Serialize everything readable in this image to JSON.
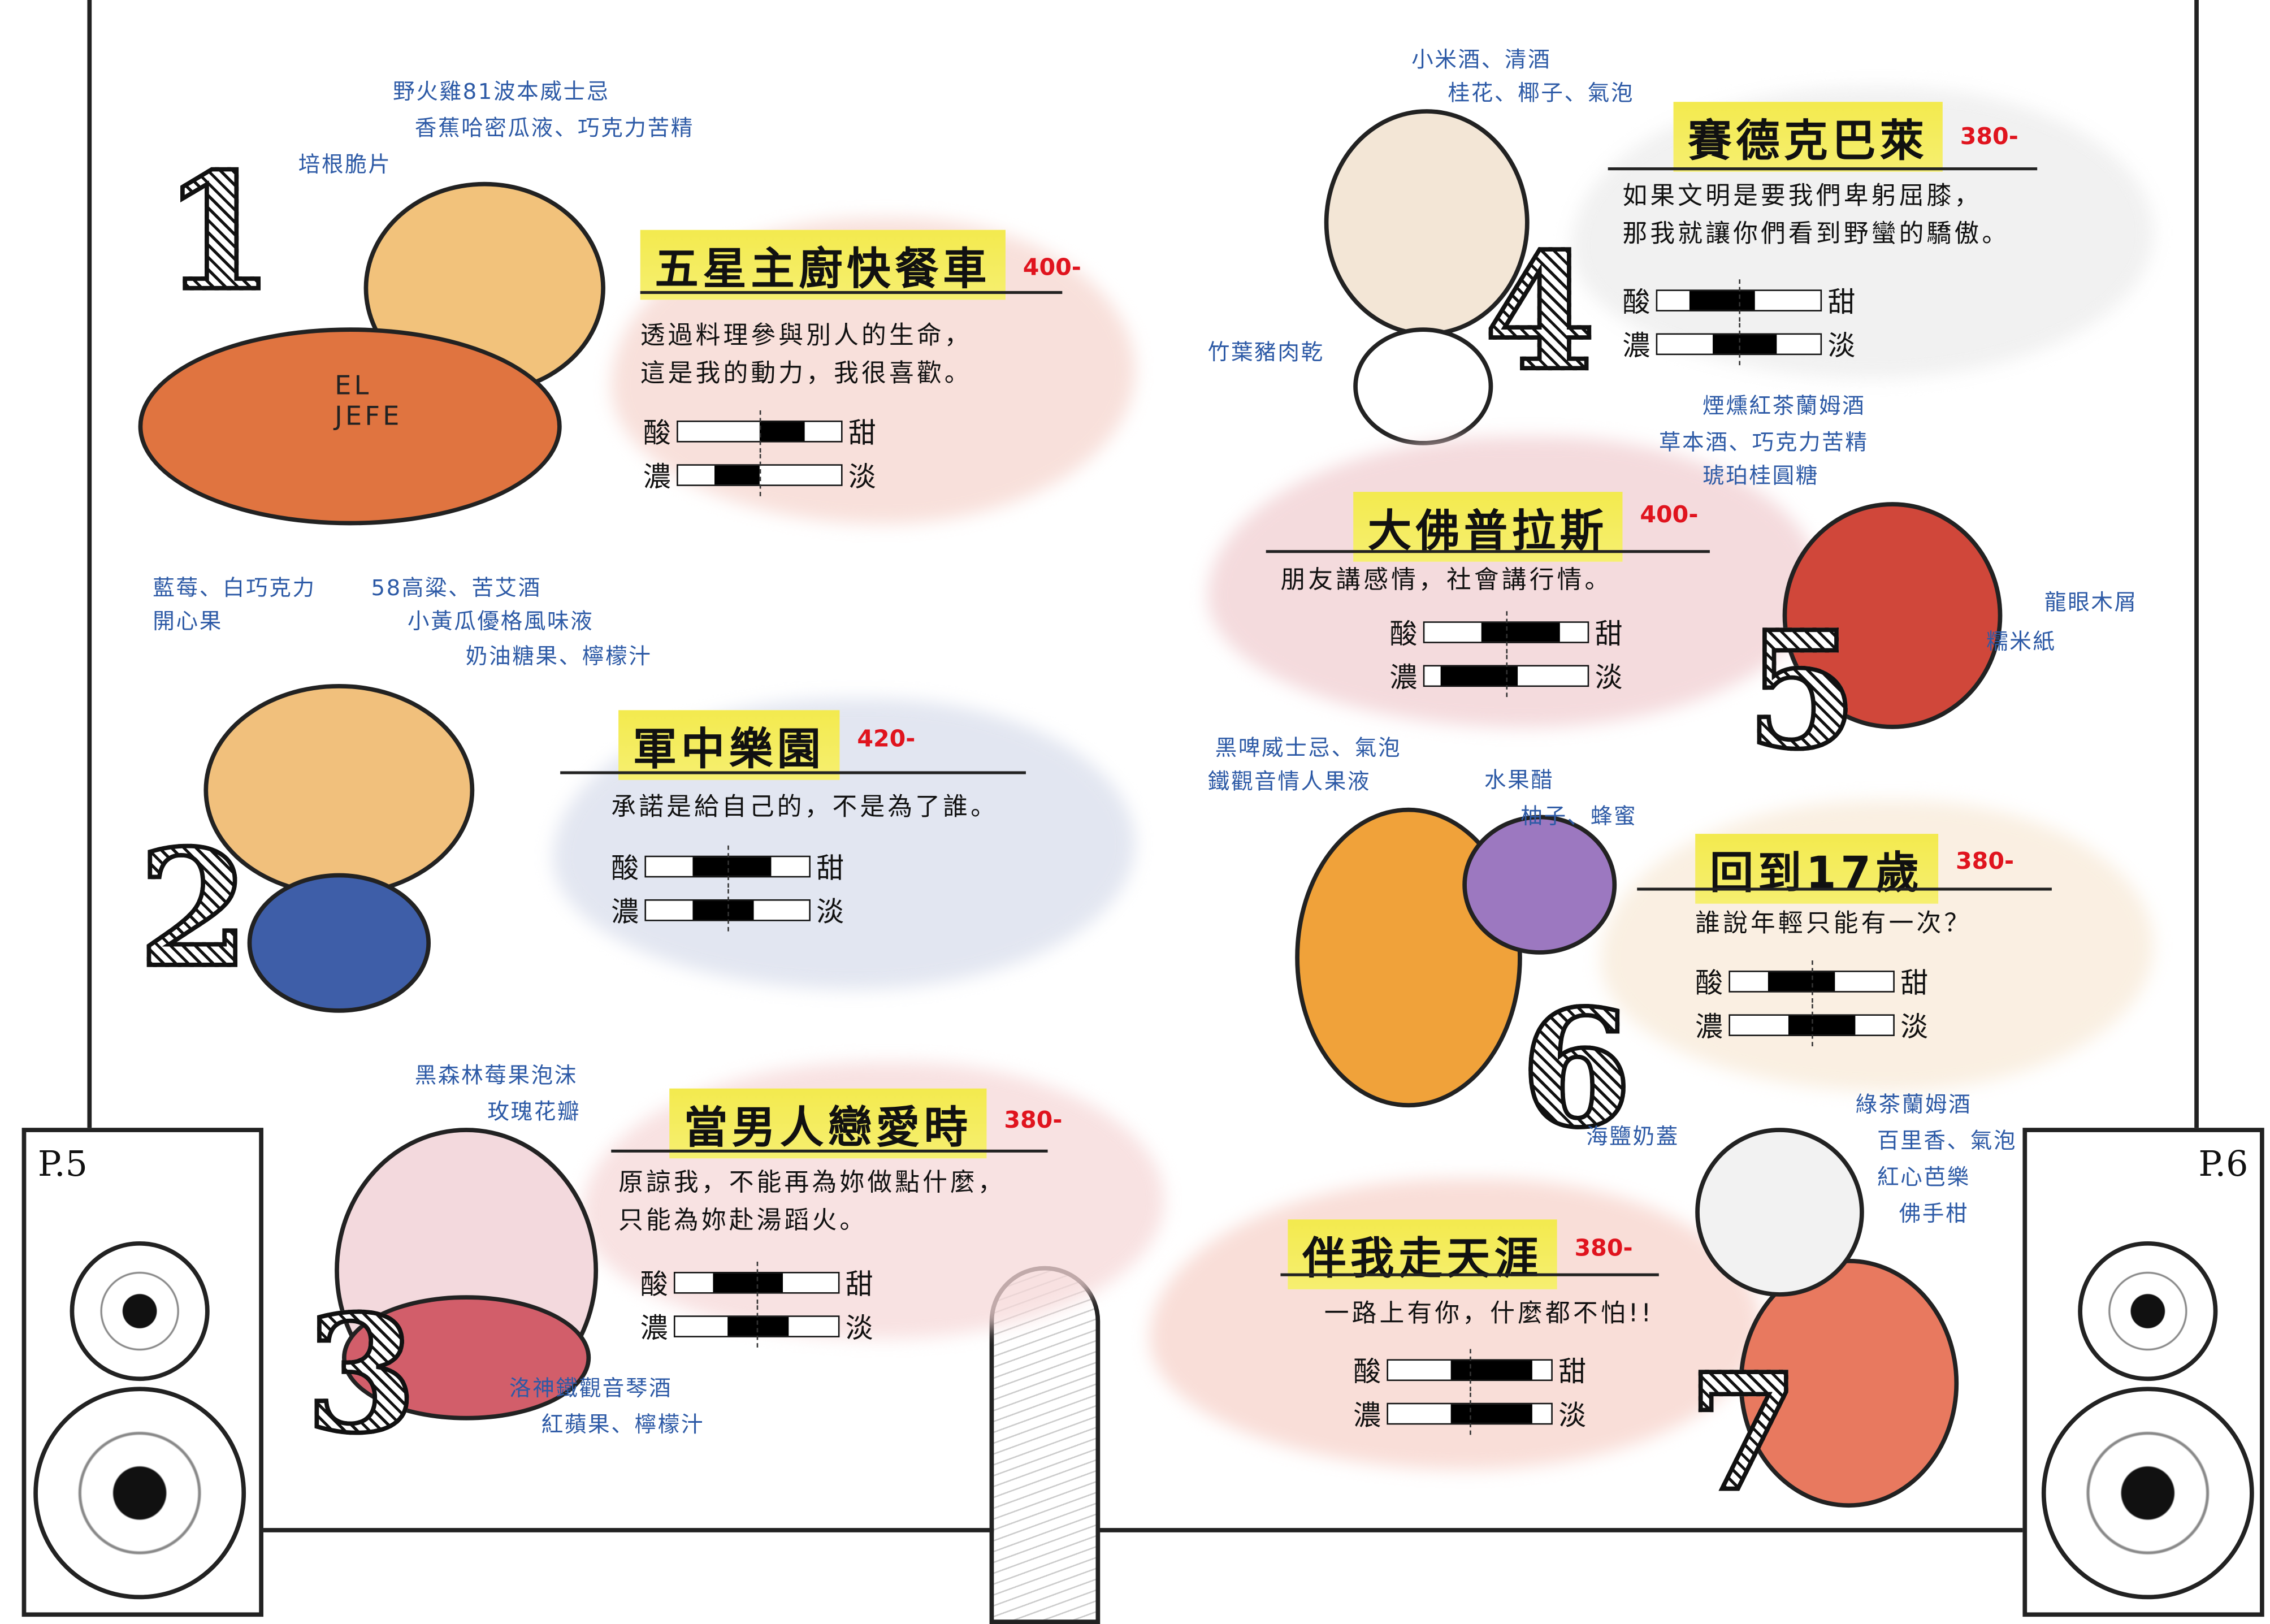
{
  "pages": {
    "left": "P.5",
    "right": "P.6"
  },
  "scale_labels": {
    "sour": "酸",
    "sweet": "甜",
    "strong": "濃",
    "light": "淡"
  },
  "colors": {
    "highlight": "#f3ea4e",
    "price": "#e0141e",
    "ingredient": "#2d5aa6"
  },
  "drinks": [
    {
      "number": "1",
      "name": "五星主廚快餐車",
      "price": "400-",
      "description": [
        "透過料理參與別人的生命，",
        "這是我的動力，我很喜歡。"
      ],
      "ingredients": [
        "野火雞81波本威士忌",
        "香蕉哈密瓜液、巧克力苦精",
        "培根脆片"
      ],
      "truck_sign": "EL JEFE",
      "sour_sweet": {
        "from": 0.5,
        "to": 0.78
      },
      "strong_light": {
        "from": 0.22,
        "to": 0.5
      }
    },
    {
      "number": "2",
      "name": "軍中樂園",
      "price": "420-",
      "description": [
        "承諾是給自己的，不是為了誰。"
      ],
      "ingredients": [
        "藍莓、白巧克力",
        "開心果",
        "58高粱、苦艾酒",
        "小黃瓜優格風味液",
        "奶油糖果、檸檬汁"
      ],
      "sour_sweet": {
        "from": 0.29,
        "to": 0.77
      },
      "strong_light": {
        "from": 0.29,
        "to": 0.66
      }
    },
    {
      "number": "3",
      "name": "當男人戀愛時",
      "price": "380-",
      "description": [
        "原諒我，不能再為妳做點什麼，",
        "只能為妳赴湯蹈火。"
      ],
      "ingredients": [
        "黑森林莓果泡沫",
        "玫瑰花瓣",
        "洛神鐵觀音琴酒",
        "紅蘋果、檸檬汁"
      ],
      "sour_sweet": {
        "from": 0.23,
        "to": 0.66
      },
      "strong_light": {
        "from": 0.32,
        "to": 0.7
      }
    },
    {
      "number": "4",
      "name": "賽德克巴萊",
      "price": "380-",
      "description": [
        "如果文明是要我們卑躬屈膝，",
        "那我就讓你們看到野蠻的驕傲。"
      ],
      "ingredients": [
        "小米酒、清酒",
        "桂花、椰子、氣泡",
        "竹葉豬肉乾"
      ],
      "sour_sweet": {
        "from": 0.2,
        "to": 0.6
      },
      "strong_light": {
        "from": 0.34,
        "to": 0.73
      }
    },
    {
      "number": "5",
      "name": "大佛普拉斯",
      "price": "400-",
      "description": [
        "朋友講感情，社會講行情。"
      ],
      "ingredients": [
        "煙燻紅茶蘭姆酒",
        "草本酒、巧克力苦精",
        "琥珀桂圓糖",
        "龍眼木屑",
        "糯米紙"
      ],
      "sour_sweet": {
        "from": 0.35,
        "to": 0.83
      },
      "strong_light": {
        "from": 0.1,
        "to": 0.57
      }
    },
    {
      "number": "6",
      "name": "回到17歲",
      "price": "380-",
      "description": [
        "誰說年輕只能有一次？"
      ],
      "ingredients": [
        "黑啤威士忌、氣泡",
        "鐵觀音情人果液",
        "水果醋",
        "柚子、蜂蜜"
      ],
      "sour_sweet": {
        "from": 0.23,
        "to": 0.64
      },
      "strong_light": {
        "from": 0.36,
        "to": 0.77
      }
    },
    {
      "number": "7",
      "name": "伴我走天涯",
      "price": "380-",
      "description": [
        "一路上有你，什麼都不怕!!"
      ],
      "ingredients": [
        "海鹽奶蓋",
        "綠茶蘭姆酒",
        "百里香、氣泡",
        "紅心芭樂",
        "佛手柑"
      ],
      "sour_sweet": {
        "from": 0.38,
        "to": 0.88
      },
      "strong_light": {
        "from": 0.38,
        "to": 0.88
      }
    }
  ]
}
